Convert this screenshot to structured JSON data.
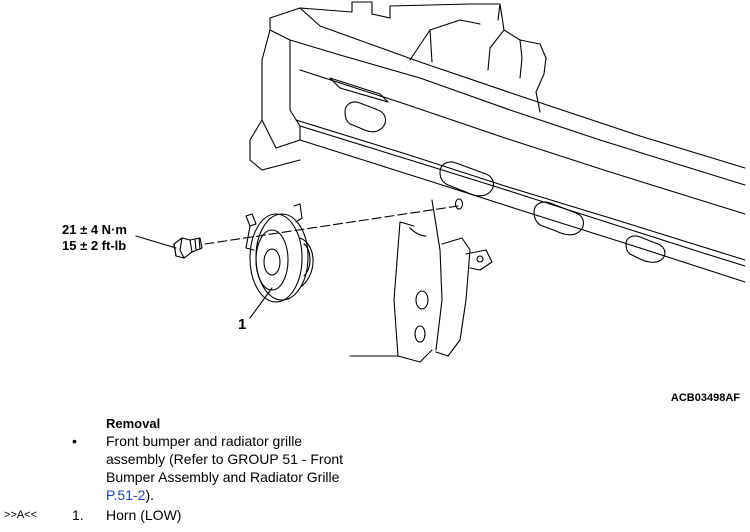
{
  "figure": {
    "torque_nm": "21 ± 4 N·m",
    "torque_ftlb": "15 ± 2 ft-lb",
    "callout_number": "1",
    "figure_id": "ACB03498AF"
  },
  "removal": {
    "title": "Removal",
    "bullet_symbol": "•",
    "bullet_text_before": "Front bumper and radiator grille assembly (Refer to GROUP 51 - Front Bumper Assembly and Radiator Grille ",
    "bullet_link": "P.51-2",
    "bullet_text_after": ").",
    "step_marker": ">>A<<",
    "step_number": "1.",
    "step_text": "Horn (LOW)"
  },
  "colors": {
    "link": "#1f3fd0",
    "line_art": "#000000"
  }
}
